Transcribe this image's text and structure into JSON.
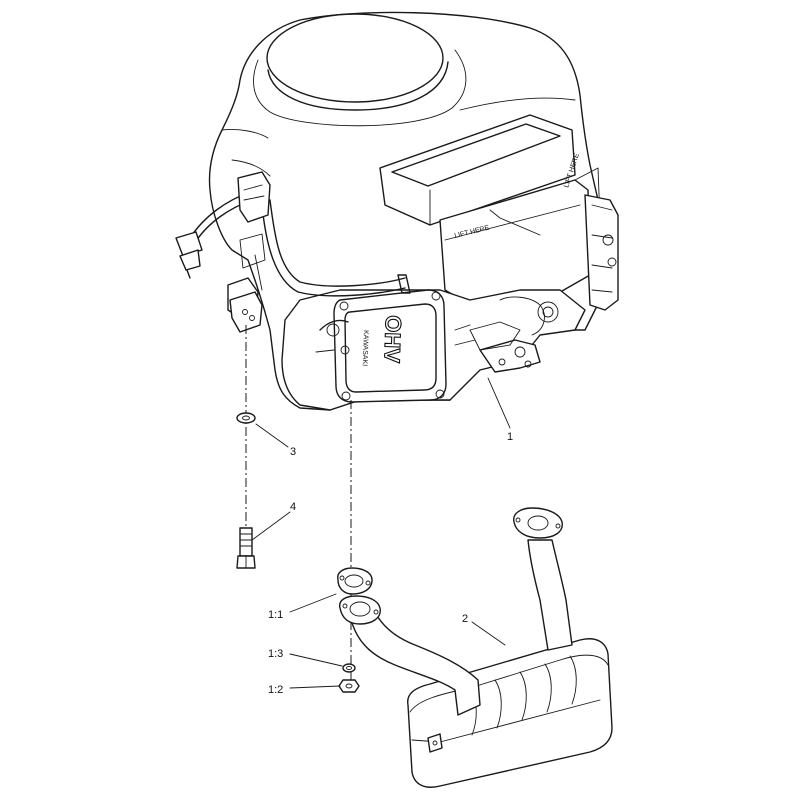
{
  "callouts": {
    "engine": "1",
    "muffler": "2",
    "washer": "3",
    "bolt": "4",
    "gasket": "1:1",
    "nut": "1:2",
    "lock_washer": "1:3"
  },
  "decals": {
    "lift_here_top": "LIFT HERE",
    "lift_here_side": "LIFT HERE",
    "ohv": "OHV",
    "brand": "KAWASAKI"
  }
}
